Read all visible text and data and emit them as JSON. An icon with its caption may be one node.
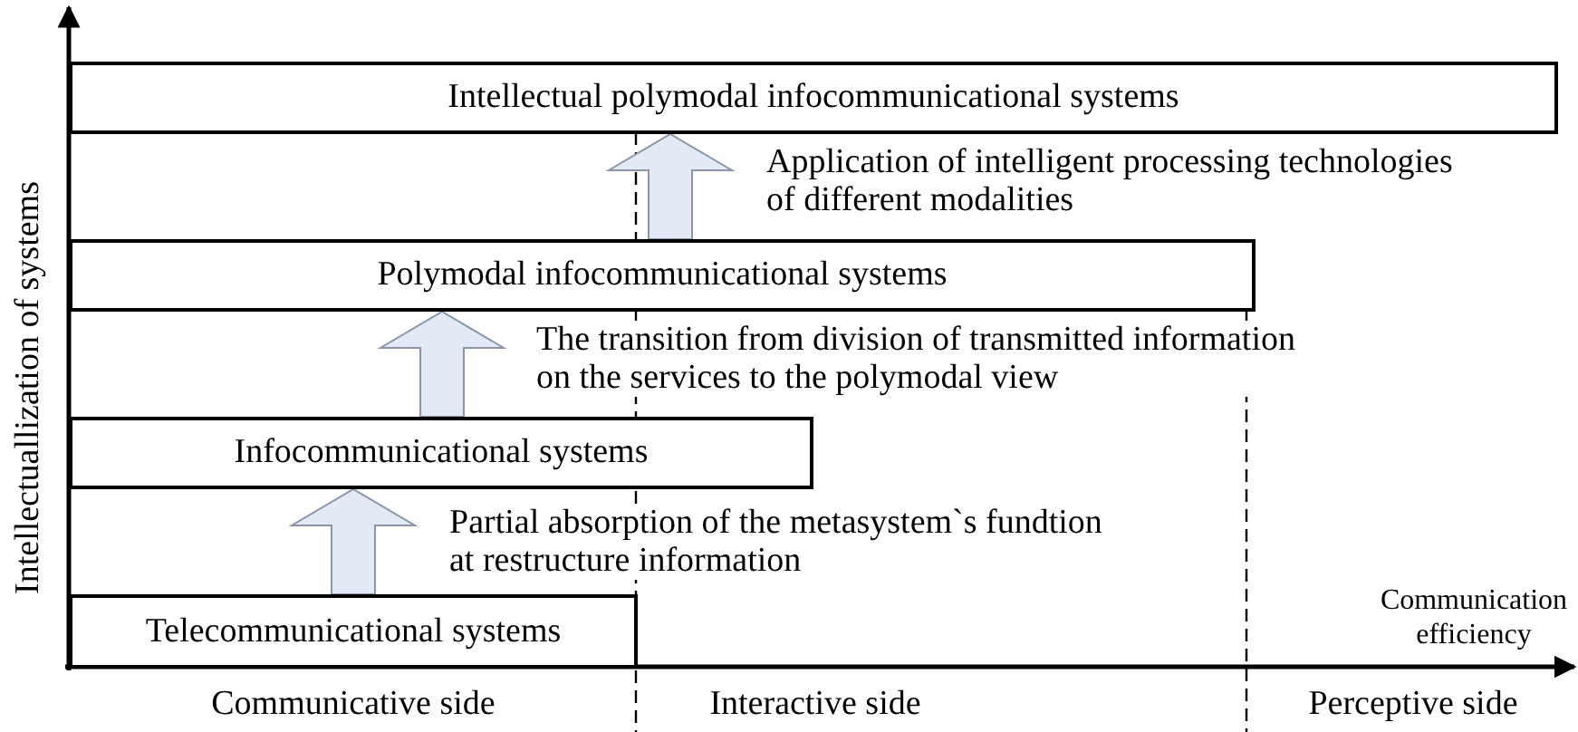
{
  "diagram": {
    "nodes": [
      {
        "text": [
          "Intellectual polymodal infocommunicational systems"
        ]
      },
      {
        "text": [
          "Polymodal infocommunicational systems"
        ]
      },
      {
        "text": [
          "Infocommunicational systems"
        ]
      },
      {
        "text": [
          "Telecommunicational systems"
        ]
      }
    ],
    "edges": [
      {
        "from": 3,
        "to": 2,
        "arrow": "to",
        "style": "thick",
        "label": "Partial absorption of the metasystem`s fundtion at restructure information"
      },
      {
        "from": 2,
        "to": 1,
        "arrow": "to",
        "style": "thick",
        "label": "The transition from division of transmitted information on the services to the polymodal view"
      },
      {
        "from": 1,
        "to": 0,
        "arrow": "to",
        "style": "thick",
        "label": "Application of intelligent processing technologies of different modalities"
      }
    ],
    "labels": [
      "Intellectuallization of systems",
      "Communication efficiency",
      "Communicative side",
      "Interactive side",
      "Perceptive side"
    ]
  }
}
